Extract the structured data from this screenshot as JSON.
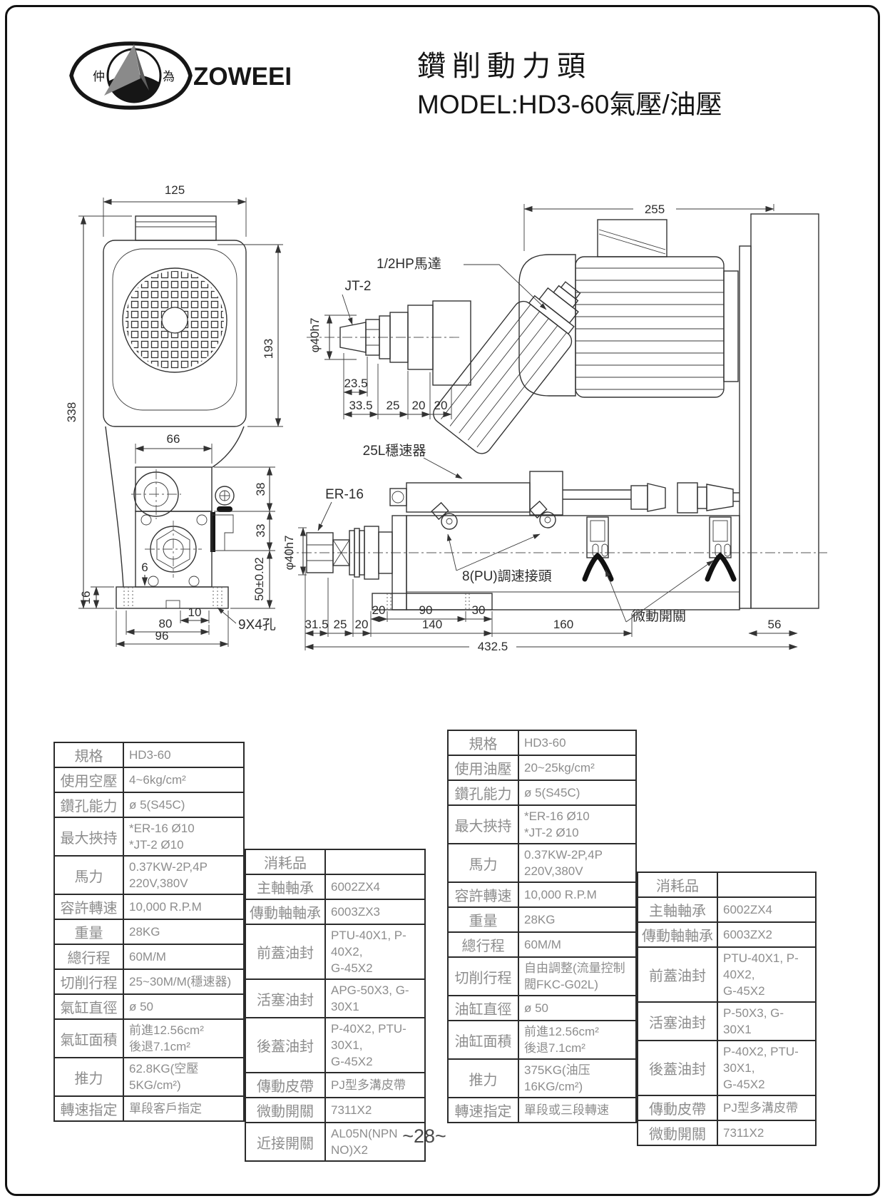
{
  "header": {
    "logo": {
      "brand": "ZOWEEI",
      "seal_left": "仲",
      "seal_right": "為"
    },
    "title": "鑽削動力頭",
    "model_line": "MODEL:HD3-60氣壓/油壓"
  },
  "drawing": {
    "callouts": {
      "motor_hp": "1/2HP馬達",
      "jt2": "JT-2",
      "stabilizer": "25L穩速器",
      "er16": "ER-16",
      "pu_connector": "8(PU)調速接頭",
      "micro_switch": "微動開關",
      "mount_holes": "9X4孔",
      "spindle_dia_front": "φ40h7",
      "spindle_dia_side": "φ40h7"
    },
    "dims": {
      "front_width": "125",
      "front_height": "338",
      "motor_height": "193",
      "head_width": "66",
      "head_h1": "38",
      "head_h2": "33",
      "base_tol": "50±0.02",
      "base_h": "16",
      "offset6": "6",
      "slot10": "10",
      "base80": "80",
      "base96": "96",
      "nose235": "23.5",
      "nose335": "33.5",
      "nose25": "25",
      "nose20a": "20",
      "nose20b": "20",
      "motor_len": "255",
      "plate20": "20",
      "plate90": "90",
      "plate30": "30",
      "ext315": "31.5",
      "ext25": "25",
      "ext20": "20",
      "len140": "140",
      "len160": "160",
      "len56": "56",
      "total": "432.5"
    }
  },
  "tables": {
    "pneumatic_spec": {
      "rows": [
        {
          "label": "規格",
          "value": "HD3-60"
        },
        {
          "label": "使用空壓",
          "value": "4~6kg/cm²"
        },
        {
          "label": "鑽孔能力",
          "value": "ø 5(S45C)"
        },
        {
          "label": "最大挾持",
          "value": "*ER-16  Ø10\n*JT-2 Ø10"
        },
        {
          "label": "馬力",
          "value": "0.37KW-2P,4P\n220V,380V"
        },
        {
          "label": "容許轉速",
          "value": "10,000 R.P.M"
        },
        {
          "label": "重量",
          "value": "28KG"
        },
        {
          "label": "總行程",
          "value": "60M/M"
        },
        {
          "label": "切削行程",
          "value": "25~30M/M(穩速器)"
        },
        {
          "label": "氣缸直徑",
          "value": "ø 50"
        },
        {
          "label": "氣缸面積",
          "value": "前進12.56cm²\n後退7.1cm²"
        },
        {
          "label": "推力",
          "value": "62.8KG(空壓5KG/cm²)"
        },
        {
          "label": "轉速指定",
          "value": "單段客戶指定"
        }
      ]
    },
    "pneumatic_consumables": {
      "rows": [
        {
          "label": "消耗品",
          "value": ""
        },
        {
          "label": "主軸軸承",
          "value": "6002ZX4"
        },
        {
          "label": "傳動軸軸承",
          "value": "6003ZX3"
        },
        {
          "label": "前蓋油封",
          "value": "PTU-40X1, P-40X2,\nG-45X2"
        },
        {
          "label": "活塞油封",
          "value": "APG-50X3, G-30X1"
        },
        {
          "label": "後蓋油封",
          "value": "P-40X2, PTU-30X1,\nG-45X2"
        },
        {
          "label": "傳動皮帶",
          "value": "PJ型多溝皮帶"
        },
        {
          "label": "微動開關",
          "value": "7311X2"
        },
        {
          "label": "近接開關",
          "value": "AL05N(NPN NO)X2"
        }
      ]
    },
    "hydraulic_spec": {
      "rows": [
        {
          "label": "規格",
          "value": "HD3-60"
        },
        {
          "label": "使用油壓",
          "value": "20~25kg/cm²"
        },
        {
          "label": "鑽孔能力",
          "value": "ø 5(S45C)"
        },
        {
          "label": "最大挾持",
          "value": "*ER-16  Ø10\n*JT-2 Ø10"
        },
        {
          "label": "馬力",
          "value": "0.37KW-2P,4P\n220V,380V"
        },
        {
          "label": "容許轉速",
          "value": "10,000 R.P.M"
        },
        {
          "label": "重量",
          "value": "28KG"
        },
        {
          "label": "總行程",
          "value": "60M/M"
        },
        {
          "label": "切削行程",
          "value": "自由調整(流量控制\n閥FKC-G02L)"
        },
        {
          "label": "油缸直徑",
          "value": "ø 50"
        },
        {
          "label": "油缸面積",
          "value": "前進12.56cm²\n後退7.1cm²"
        },
        {
          "label": "推力",
          "value": "375KG(油压16KG/cm²)"
        },
        {
          "label": "轉速指定",
          "value": "單段或三段轉速"
        }
      ]
    },
    "hydraulic_consumables": {
      "rows": [
        {
          "label": "消耗品",
          "value": ""
        },
        {
          "label": "主軸軸承",
          "value": "6002ZX4"
        },
        {
          "label": "傳動軸軸承",
          "value": "6003ZX2"
        },
        {
          "label": "前蓋油封",
          "value": "PTU-40X1, P-40X2,\nG-45X2"
        },
        {
          "label": "活塞油封",
          "value": "P-50X3, G-30X1"
        },
        {
          "label": "後蓋油封",
          "value": "P-40X2, PTU-30X1,\nG-45X2"
        },
        {
          "label": "傳動皮帶",
          "value": "PJ型多溝皮帶"
        },
        {
          "label": "微動開關",
          "value": "7311X2"
        }
      ]
    }
  },
  "footer": {
    "page": "~28~"
  }
}
